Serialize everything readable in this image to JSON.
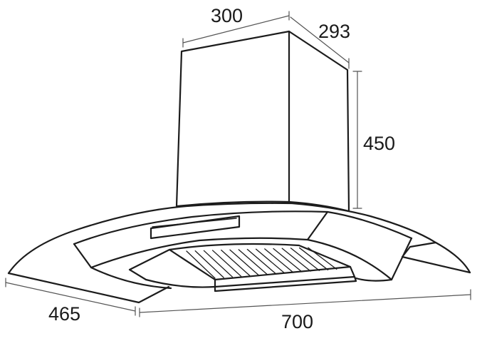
{
  "dimensions": {
    "chimney_width": "300",
    "chimney_depth": "293",
    "chimney_height": "450",
    "canopy_depth": "465",
    "canopy_width": "700"
  },
  "colors": {
    "line": "#1c1c1c",
    "dimension_line": "#555555",
    "background": "#ffffff"
  }
}
